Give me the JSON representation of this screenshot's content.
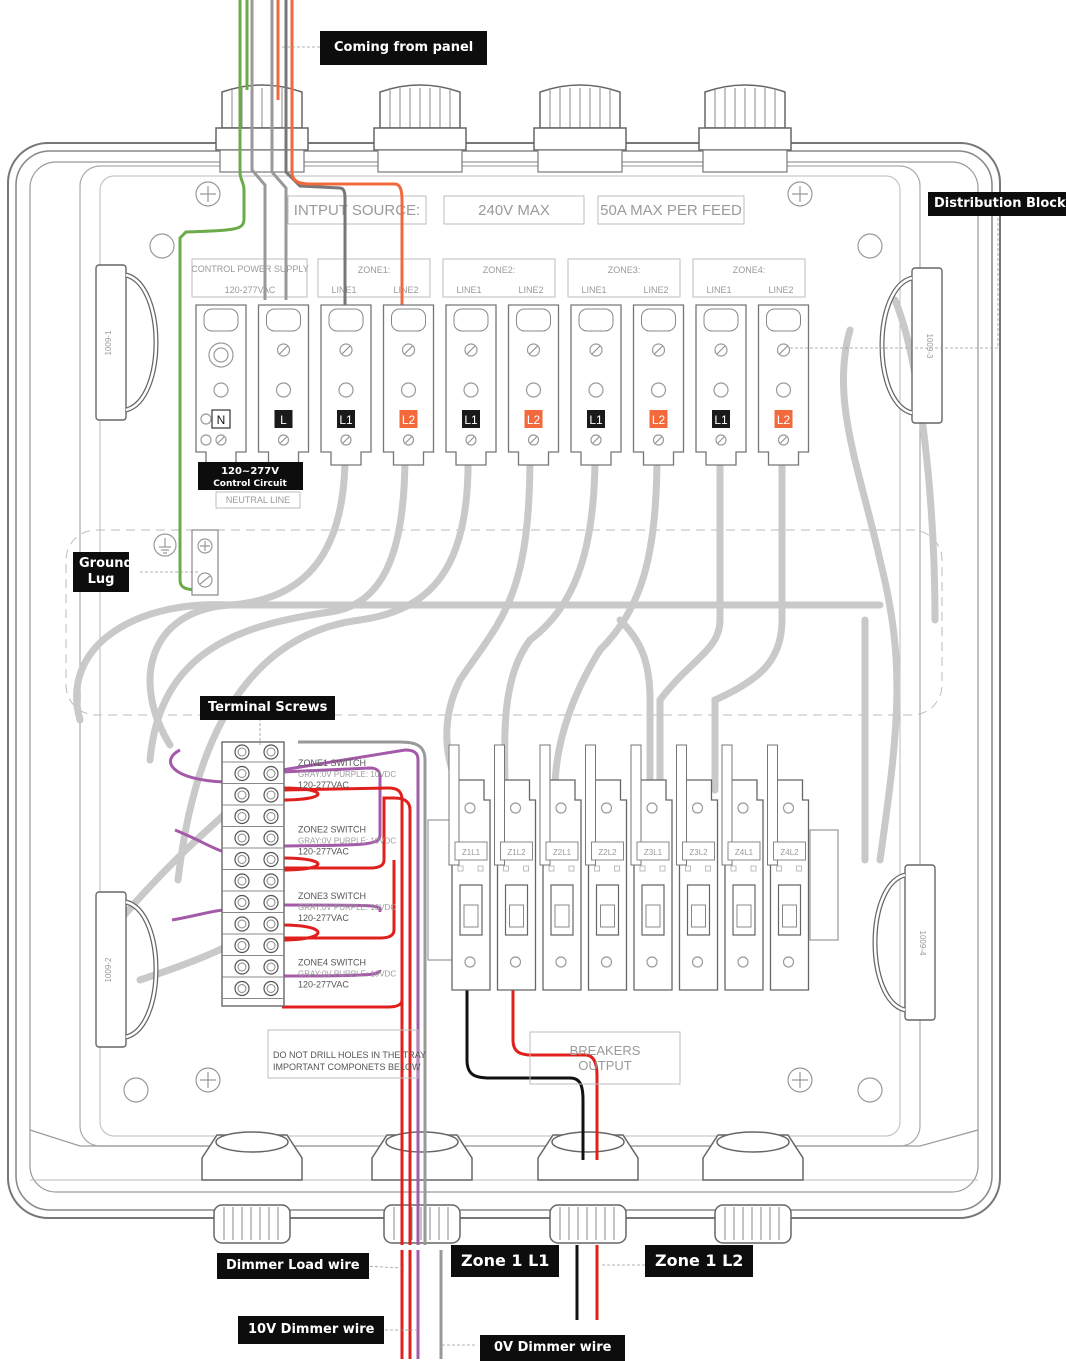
{
  "callouts": {
    "from_panel": "Coming from panel",
    "distribution_blocks": "Distribution  Blocks",
    "ground_lug": "Ground Lug",
    "terminal_screws": "Terminal Screws",
    "dimmer_load": "Dimmer Load wire",
    "zone1_l1": "Zone 1 L1",
    "zone1_l2": "Zone 1 L2",
    "dimmer_10v": "10V Dimmer wire",
    "dimmer_0v": "0V Dimmer wire"
  },
  "panel": {
    "input_source": "INTPUT SOURCE:",
    "max_voltage": "240V MAX",
    "max_current": "50A MAX PER FEED",
    "control_power": "CONTROL POWER SUPPLY",
    "control_power_voltage": "120-277VAC",
    "control_circuit_voltage": "120~277V",
    "control_circuit": "Control Circuit",
    "neutral_line": "NEUTRAL LINE",
    "do_not_drill_1": "DO NOT DRILL HOLES IN THE TRAY",
    "do_not_drill_2": "IMPORTANT COMPONETS BELOW",
    "breakers_1": "BREAKERS",
    "breakers_2": "OUTPUT"
  },
  "zones": [
    {
      "name": "ZONE1:",
      "line1": "LINE1",
      "line2": "LINE2"
    },
    {
      "name": "ZONE2:",
      "line1": "LINE1",
      "line2": "LINE2"
    },
    {
      "name": "ZONE3:",
      "line1": "LINE1",
      "line2": "LINE2"
    },
    {
      "name": "ZONE4:",
      "line1": "LINE1",
      "line2": "LINE2"
    }
  ],
  "block_tags": [
    "N",
    "L",
    "L1",
    "L2",
    "L1",
    "L2",
    "L1",
    "L2",
    "L1",
    "L2"
  ],
  "breakers": [
    "Z1L1",
    "Z1L2",
    "Z2L1",
    "Z2L2",
    "Z3L1",
    "Z3L2",
    "Z4L1",
    "Z4L2"
  ],
  "switch_groups": [
    {
      "title": "ZONE1 SWITCH",
      "dim": "GRAY:0V PURPLE: 10VDC",
      "ac": "120-277VAC"
    },
    {
      "title": "ZONE2 SWITCH",
      "dim": "GRAY:0V PURPLE: 10VDC",
      "ac": "120-277VAC"
    },
    {
      "title": "ZONE3 SWITCH",
      "dim": "GRAY:0V PURPLE: 10VDC",
      "ac": "120-277VAC"
    },
    {
      "title": "ZONE4 SWITCH",
      "dim": "GRAY:0V PURPLE: 10VDC",
      "ac": "120-277VAC"
    }
  ],
  "bracket_labels": [
    "1009-1",
    "1009-2",
    "1009-3",
    "1009-4"
  ],
  "colors": {
    "wire_red": "#e0201c",
    "wire_orange": "#f26a3c",
    "wire_green": "#6cab4a",
    "wire_purple": "#a45aa8",
    "wire_gray": "#9a9a9a",
    "wire_black": "#111111",
    "tag_black": "#1a1a1a",
    "tag_orange": "#f26a3c"
  }
}
